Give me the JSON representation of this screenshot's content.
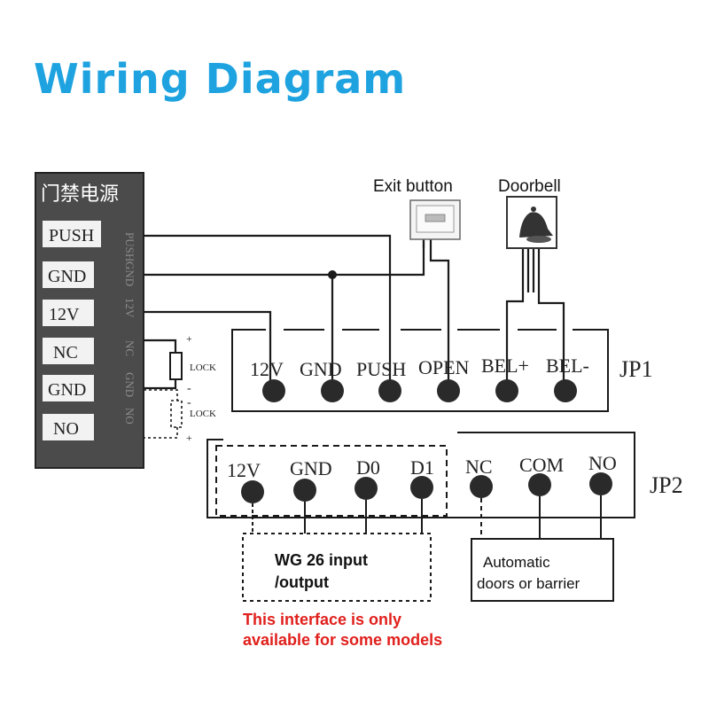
{
  "title": "Wiring Diagram",
  "power_supply": {
    "header": "门禁电源",
    "terminals": [
      "PUSH",
      "GND",
      "12V",
      "NC",
      "GND",
      "NO"
    ],
    "side_labels": [
      "PUSH",
      "GND",
      "12V",
      "NC",
      "GND",
      "NO"
    ]
  },
  "devices": {
    "exit_button": "Exit button",
    "doorbell": "Doorbell"
  },
  "lock": {
    "label_1": "LOCK",
    "label_2": "LOCK",
    "plus_top": "+",
    "minus_top": "-",
    "minus_bottom": "-",
    "plus_bottom": "+"
  },
  "jp1": {
    "label": "JP1",
    "terminals": [
      "12V",
      "GND",
      "PUSH",
      "OPEN",
      "BEL+",
      "BEL-"
    ]
  },
  "jp2": {
    "label": "JP2",
    "terminals": [
      "12V",
      "GND",
      "D0",
      "D1",
      "NC",
      "COM",
      "NO"
    ]
  },
  "wiegand_box": {
    "line1": "WG 26 input",
    "line2": "/output"
  },
  "auto_doors_box": {
    "line1": "Automatic",
    "line2": "doors or barrier"
  },
  "note": {
    "line1": "This interface is only",
    "line2": "available for some models",
    "color": "#e0201c"
  },
  "colors": {
    "title": "#1fa3e0",
    "panel": "#4a4a4a",
    "wire": "#1a1a1a"
  }
}
